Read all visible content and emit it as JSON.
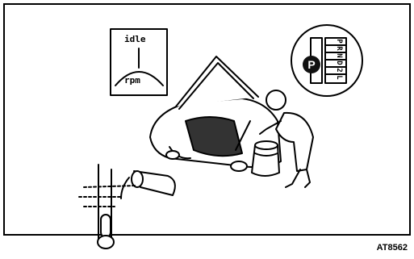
{
  "gauge": {
    "top_label": "idle",
    "bottom_label": "rpm"
  },
  "shift_indicator": {
    "badge": "P",
    "gears": [
      "P",
      "R",
      "N",
      "D",
      "2",
      "L"
    ]
  },
  "figure_code": "AT8562"
}
